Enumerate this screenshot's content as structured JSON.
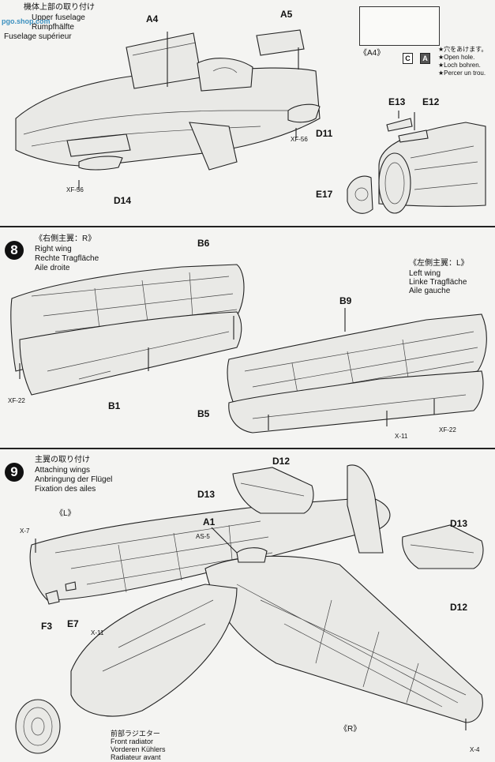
{
  "section7": {
    "title_jp": "機体上部の取り付け",
    "title_en": "Upper fuselage",
    "title_de": "Rumpfhälfte",
    "title_fr": "Fuselage supérieur",
    "parts": {
      "a4": "A4",
      "a5": "A5",
      "d11": "D11",
      "d14": "D14",
      "e12": "E12",
      "e13": "E13",
      "e17": "E17"
    },
    "paints": {
      "xf56_left": "XF-56",
      "xf56_right": "XF-56"
    },
    "detail": {
      "label": "《A4》",
      "tag_c": "C",
      "tag_a": "A",
      "note_jp": "★穴をあけます。",
      "note_en": "★Open hole.",
      "note_de": "★Loch bohren.",
      "note_fr": "★Percer un trou."
    }
  },
  "section8": {
    "number": "8",
    "right_jp": "《右側主翼：R》",
    "right_en": "Right wing",
    "right_de": "Rechte Tragfläche",
    "right_fr": "Aile droite",
    "left_jp": "《左側主翼：L》",
    "left_en": "Left wing",
    "left_de": "Linke Tragfläche",
    "left_fr": "Aile gauche",
    "parts": {
      "b6": "B6",
      "b1": "B1",
      "b9": "B9",
      "b5": "B5"
    },
    "paints": {
      "xf22_left": "XF-22",
      "x11": "X-11",
      "xf22_right": "XF-22"
    }
  },
  "section9": {
    "number": "9",
    "title_jp": "主翼の取り付け",
    "title_en": "Attaching wings",
    "title_de": "Anbringung der Flügel",
    "title_fr": "Fixation des ailes",
    "parts": {
      "d12_top": "D12",
      "d13_left": "D13",
      "a1": "A1",
      "d13_right": "D13",
      "d12_right": "D12",
      "f3": "F3",
      "e7": "E7"
    },
    "paints": {
      "x7": "X-7",
      "as5": "AS-5",
      "x11": "X-11",
      "x4": "X-4"
    },
    "side_l": "《L》",
    "side_r": "《R》",
    "radiator_jp": "前部ラジエター",
    "radiator_en": "Front radiator",
    "radiator_de": "Vorderen Kühlers",
    "radiator_fr": "Radiateur avant"
  },
  "watermark": "pgo.shop.com"
}
